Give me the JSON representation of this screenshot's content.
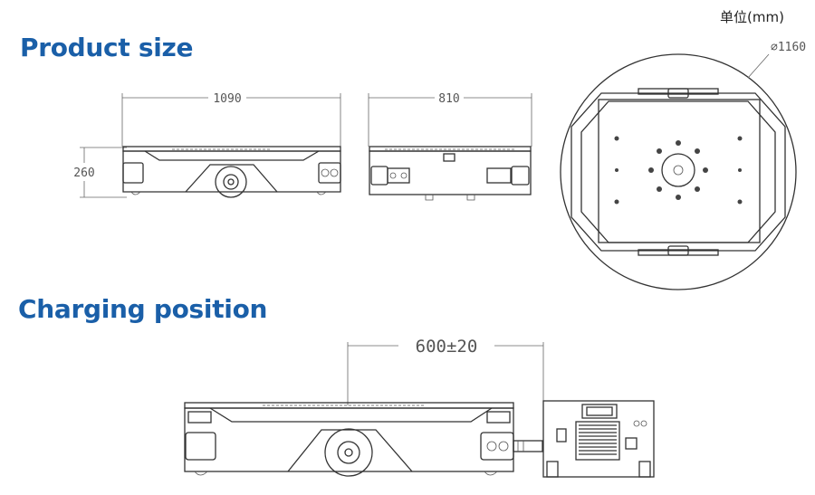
{
  "headings": {
    "product_size": "Product size",
    "charging_position": "Charging position"
  },
  "unit_label": "单位(mm)",
  "dimensions": {
    "length": "1090",
    "width": "810",
    "height": "260",
    "diameter": "⌀1160",
    "charging_distance": "600±20"
  },
  "colors": {
    "heading": "#1a5fa8",
    "line": "#333333",
    "dimension": "#666666"
  }
}
